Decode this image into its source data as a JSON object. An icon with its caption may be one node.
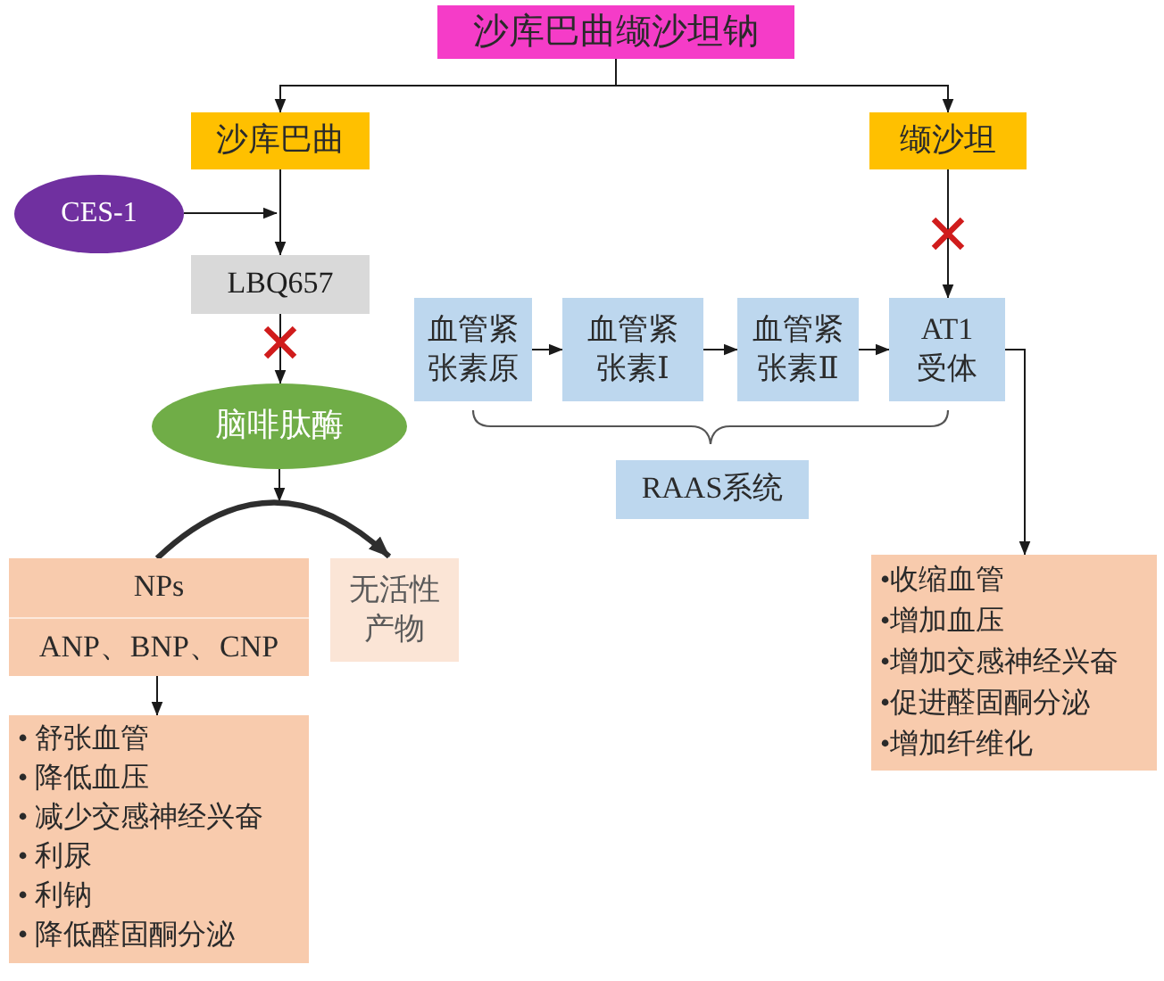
{
  "diagram": {
    "nodes": [
      {
        "text": [
          "沙库巴曲缬沙坦钠"
        ]
      },
      {
        "text": [
          "沙库巴曲"
        ]
      },
      {
        "text": [
          "缬沙坦"
        ]
      },
      {
        "text": [
          "CES-1"
        ]
      },
      {
        "text": [
          "LBQ657"
        ]
      },
      {
        "text": [
          "脑啡肽酶"
        ]
      },
      {
        "text": [
          "血管紧张素原"
        ]
      },
      {
        "text": [
          "血管紧张素Ⅰ"
        ]
      },
      {
        "text": [
          "血管紧张素Ⅱ"
        ]
      },
      {
        "text": [
          "AT1受体"
        ]
      },
      {
        "text": [
          "RAAS系统"
        ]
      },
      {
        "text": [
          "NPs",
          "ANP、BNP、CNP"
        ]
      },
      {
        "text": [
          "无活性产物"
        ]
      },
      {
        "text": [
          "• 舒张血管",
          "• 降低血压",
          "• 减少交感神经兴奋",
          "• 利尿",
          "• 利钠",
          "• 降低醛固酮分泌"
        ]
      },
      {
        "text": [
          "•收缩血管",
          "•增加血压",
          "•增加交感神经兴奋",
          "•促进醛固酮分泌",
          "•增加纤维化"
        ]
      }
    ],
    "edges": [
      {
        "from": 0,
        "to": 1,
        "arrow": "to"
      },
      {
        "from": 0,
        "to": 2,
        "arrow": "to"
      },
      {
        "from": 3,
        "to": 4,
        "arrow": "to"
      },
      {
        "from": 1,
        "to": 4,
        "arrow": "to"
      },
      {
        "from": 4,
        "to": 5,
        "arrow": "to"
      },
      {
        "from": 2,
        "to": 9,
        "arrow": "to"
      },
      {
        "from": 6,
        "to": 7,
        "arrow": "to"
      },
      {
        "from": 7,
        "to": 8,
        "arrow": "to"
      },
      {
        "from": 8,
        "to": 9,
        "arrow": "to"
      },
      {
        "from": 9,
        "to": 14,
        "arrow": "to"
      },
      {
        "from": 5,
        "to": null,
        "arrow": "to"
      },
      {
        "from": 11,
        "to": 12,
        "arrow": "to",
        "style": "thick"
      },
      {
        "from": 11,
        "to": 13,
        "arrow": "to"
      }
    ]
  }
}
